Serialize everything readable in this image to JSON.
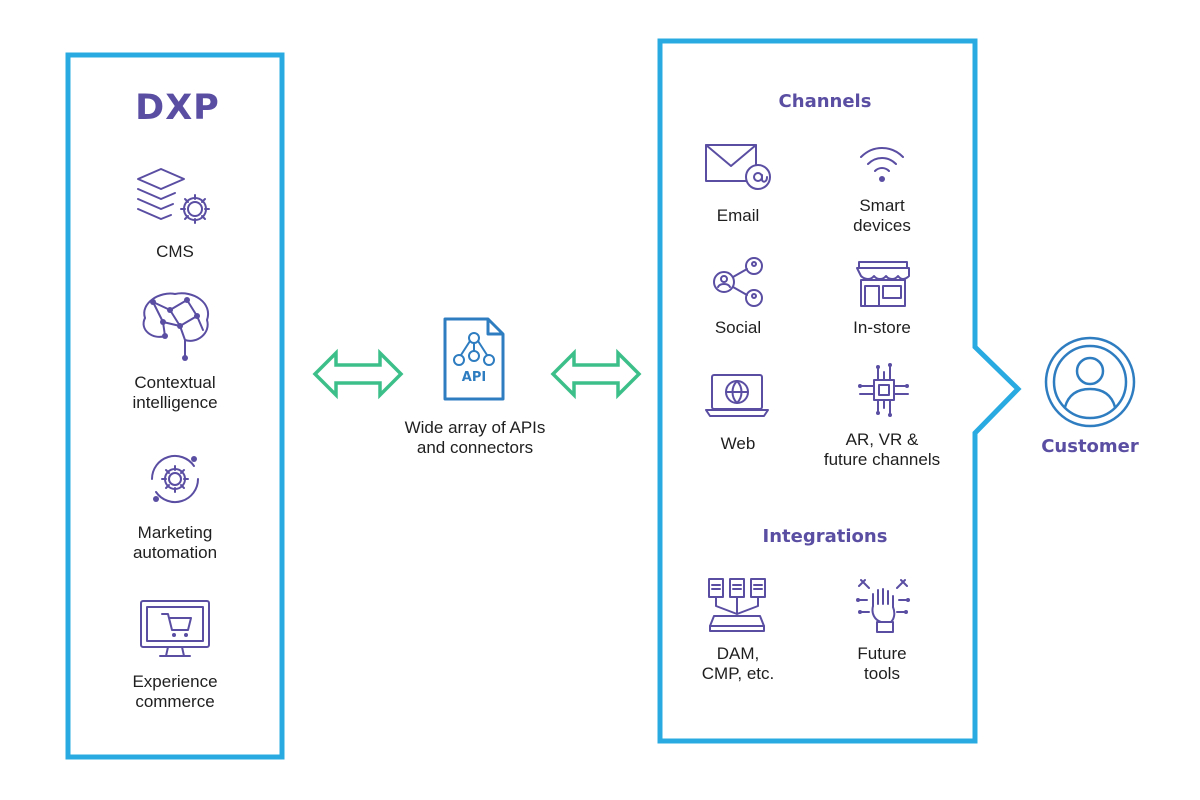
{
  "dxp": {
    "title": "DXP",
    "items": [
      {
        "label_lines": [
          "CMS"
        ],
        "icon": "cms-layers-gear-icon"
      },
      {
        "label_lines": [
          "Contextual",
          "intelligence"
        ],
        "icon": "brain-network-icon"
      },
      {
        "label_lines": [
          "Marketing",
          "automation"
        ],
        "icon": "gear-cycle-icon"
      },
      {
        "label_lines": [
          "Experience",
          "commerce"
        ],
        "icon": "monitor-cart-icon"
      }
    ]
  },
  "api": {
    "badge": "API",
    "label_lines": [
      "Wide array of APIs",
      "and connectors"
    ],
    "icon": "api-document-icon"
  },
  "channels": {
    "heading": "Channels",
    "items": [
      {
        "label_lines": [
          "Email"
        ],
        "icon": "email-icon"
      },
      {
        "label_lines": [
          "Smart",
          "devices"
        ],
        "icon": "wifi-icon"
      },
      {
        "label_lines": [
          "Social"
        ],
        "icon": "social-network-icon"
      },
      {
        "label_lines": [
          "In-store"
        ],
        "icon": "storefront-icon"
      },
      {
        "label_lines": [
          "Web"
        ],
        "icon": "laptop-globe-icon"
      },
      {
        "label_lines": [
          "AR, VR &",
          "future channels"
        ],
        "icon": "chip-icon"
      }
    ]
  },
  "integrations": {
    "heading": "Integrations",
    "items": [
      {
        "label_lines": [
          "DAM,",
          "CMP, etc."
        ],
        "icon": "documents-tray-icon"
      },
      {
        "label_lines": [
          "Future",
          "tools"
        ],
        "icon": "hand-tools-icon"
      }
    ]
  },
  "customer": {
    "label": "Customer",
    "icon": "customer-avatar-icon"
  },
  "colors": {
    "frame": "#29abe2",
    "heading": "#5a4ea3",
    "icon": "#5a4ea3",
    "arrow": "#3dbf8a",
    "customer_icon": "#2f7dc1"
  }
}
